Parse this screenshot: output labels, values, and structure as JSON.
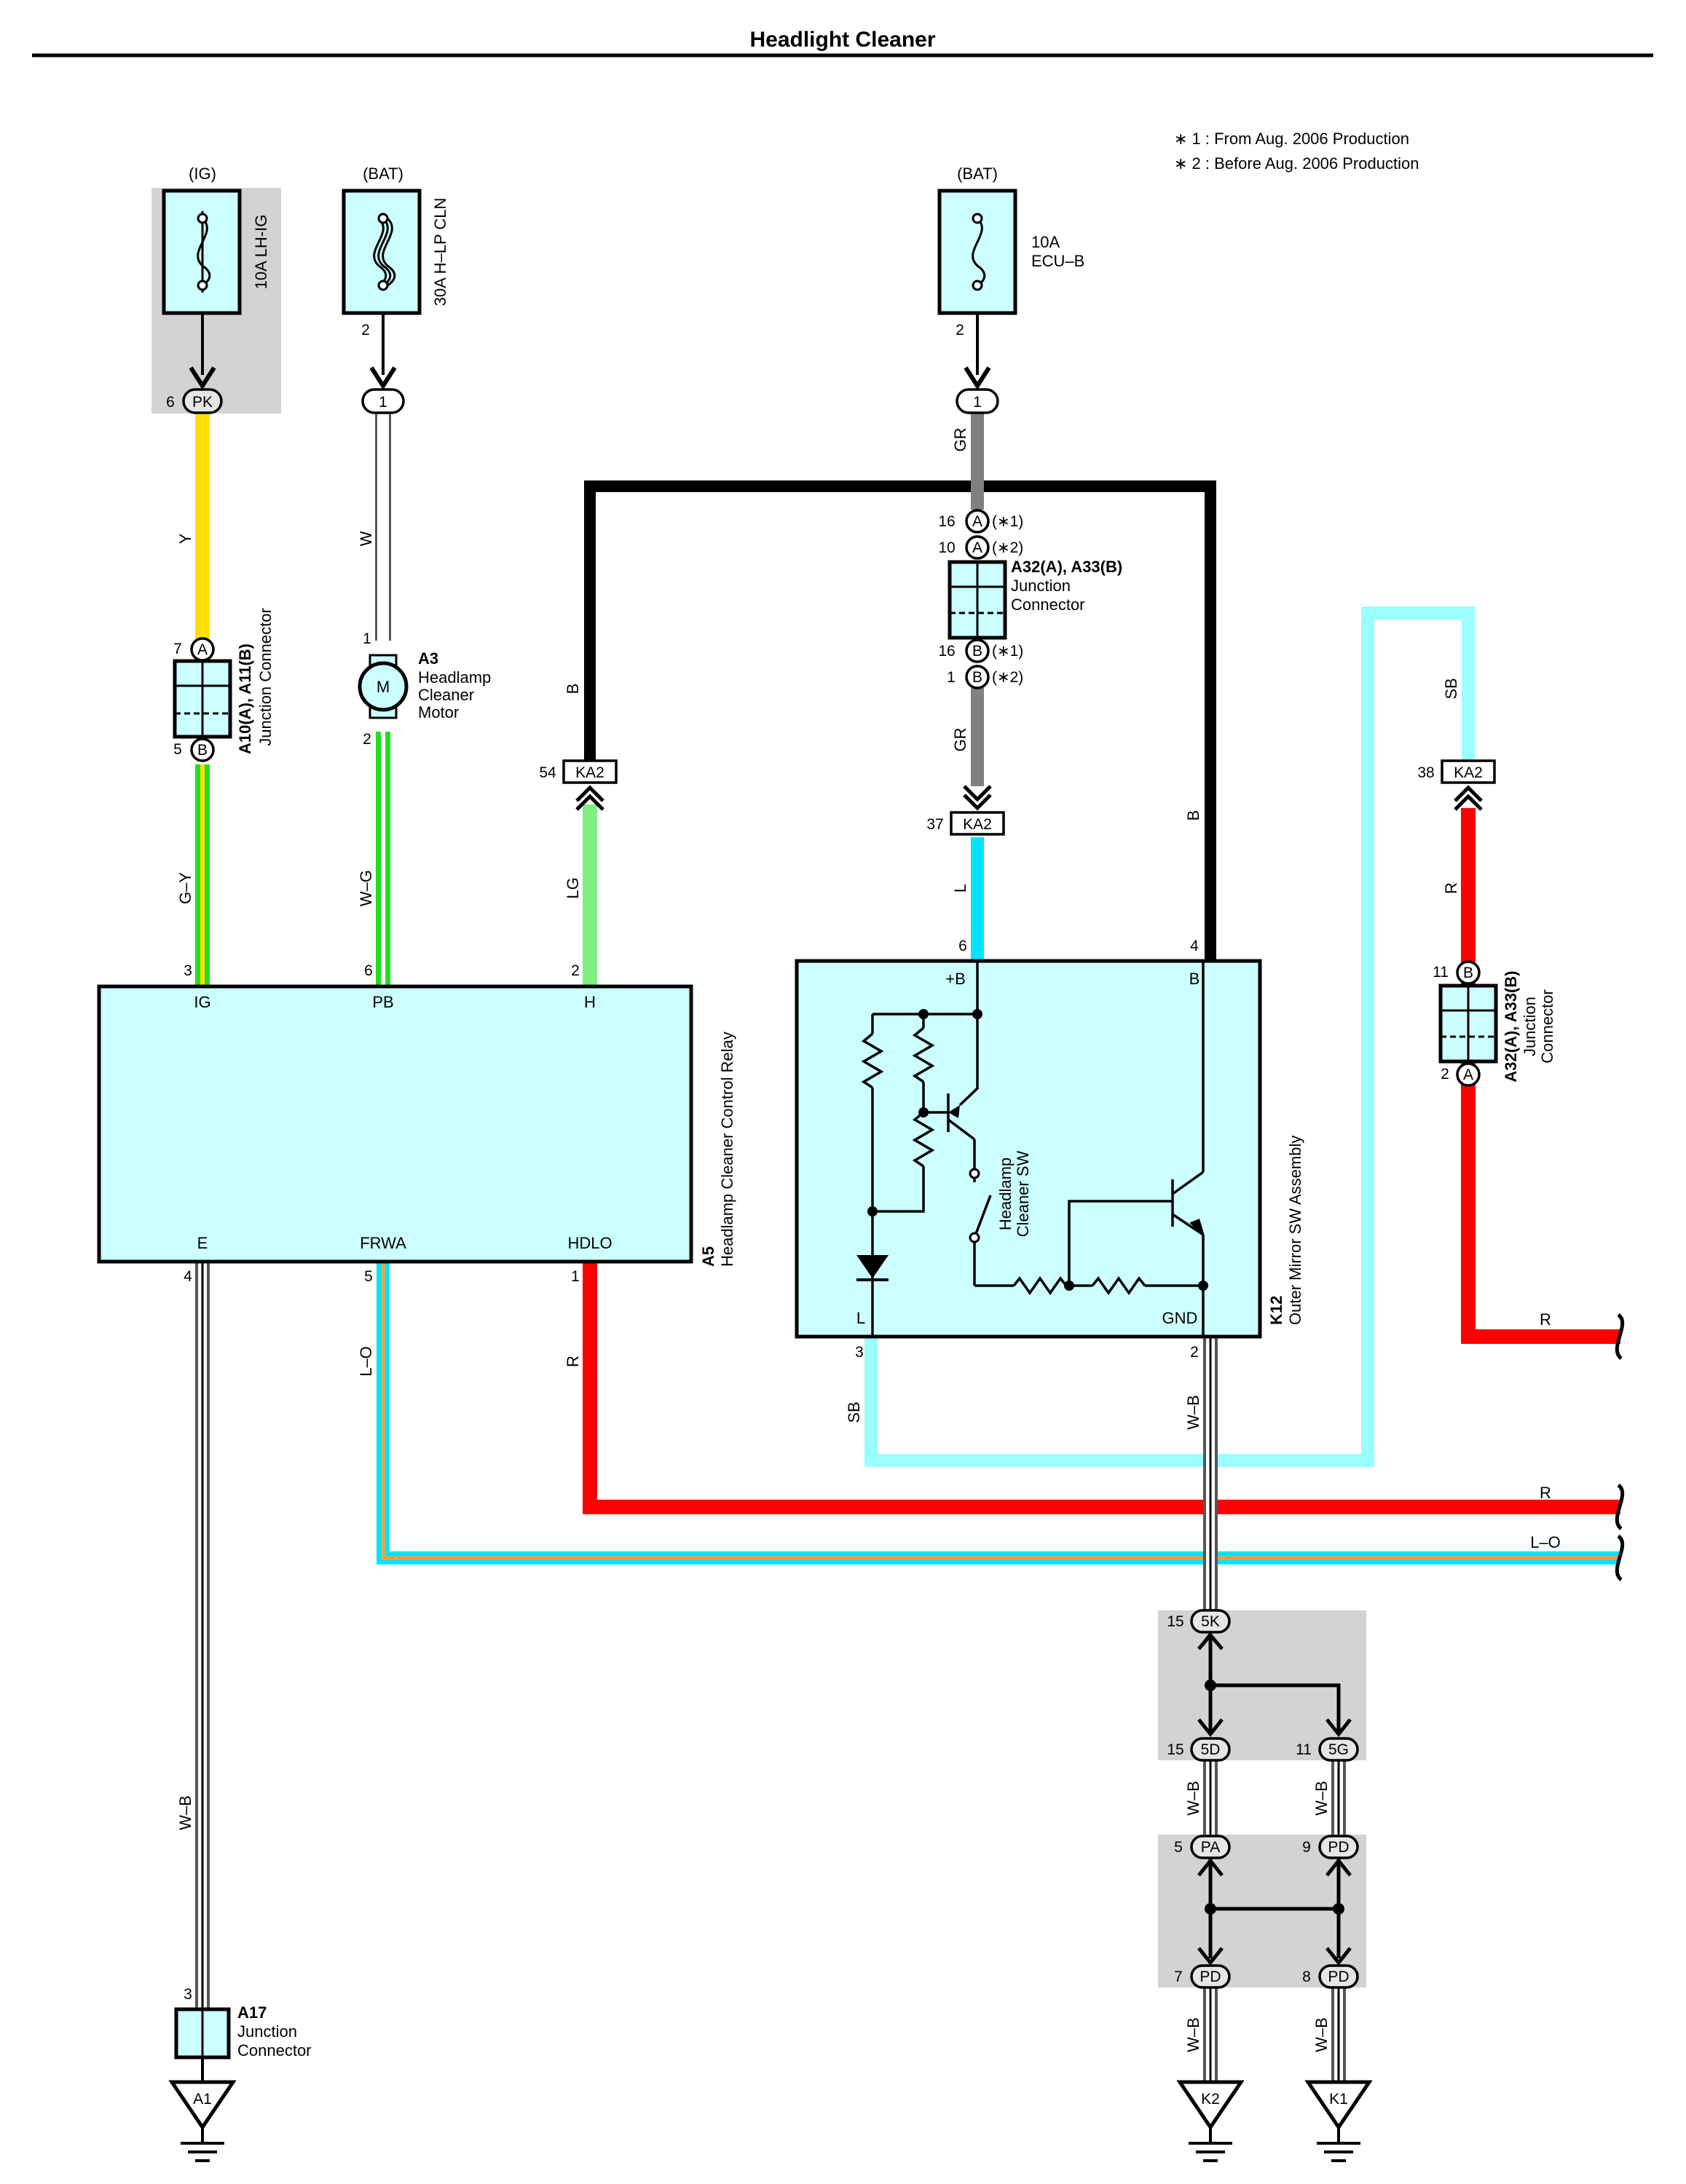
{
  "title": "Headlight Cleaner",
  "notes": [
    "∗ 1 : From Aug.  2006 Production",
    "∗ 2 : Before Aug.  2006 Production"
  ],
  "power": {
    "ig_label": "(IG)",
    "bat_label_1": "(BAT)",
    "bat_label_2": "(BAT)",
    "fuse_lh_ig": "10A LH-IG",
    "fuse_hlp_cln": "30A H–LP CLN",
    "fuse_ecub_line1": "10A",
    "fuse_ecub_line2": "ECU–B"
  },
  "connectors": {
    "pk": "PK",
    "one": "1",
    "a": "A",
    "b": "B",
    "ka2": "KA2",
    "c5k": "5K",
    "c5d": "5D",
    "c5g": "5G",
    "pa": "PA",
    "pd": "PD",
    "note1": "(∗1)",
    "note2": "(∗2)"
  },
  "wires": {
    "y": "Y",
    "w": "W",
    "b": "B",
    "gr": "GR",
    "sb": "SB",
    "gy": "G–Y",
    "wg": "W–G",
    "lg": "LG",
    "l": "L",
    "r": "R",
    "lo": "L–O",
    "wb": "W–B"
  },
  "pins": {
    "p6": "6",
    "p2": "2",
    "p1": "1",
    "p16": "16",
    "p10": "10",
    "p7": "7",
    "p5": "5",
    "p54": "54",
    "p37": "37",
    "p38": "38",
    "p3": "3",
    "p4": "4",
    "p11": "11",
    "p15": "15",
    "p9": "9",
    "p8": "8"
  },
  "components": {
    "a10_code": "A10(A), A11(B)",
    "a10_desc": "Junction Connector",
    "a3_code": "A3",
    "a3_desc": [
      "Headlamp",
      "Cleaner",
      "Motor"
    ],
    "motor_symbol": "M",
    "a32_code": "A32(A), A33(B)",
    "a32_desc": [
      "Junction",
      "Connector"
    ],
    "a32b_code": "A32(A), A33(B)",
    "a32b_desc": [
      "Junction",
      "Connector"
    ],
    "a5_code": "A5",
    "a5_desc": "Headlamp Cleaner Control Relay",
    "a5_pins": {
      "ig": "IG",
      "pb": "PB",
      "h": "H",
      "e": "E",
      "frwa": "FRWA",
      "hdlo": "HDLO"
    },
    "k12_code": "K12",
    "k12_desc": "Outer Mirror SW Assembly",
    "k12_pins": {
      "b_plus": "+B",
      "b": "B",
      "l": "L",
      "gnd": "GND"
    },
    "k12_switch": [
      "Headlamp",
      "Cleaner SW"
    ],
    "a17_code": "A17",
    "a17_desc": [
      "Junction",
      "Connector"
    ]
  },
  "grounds": {
    "a1": "A1",
    "k2": "K2",
    "k1": "K1"
  },
  "colors": {
    "y": "#ffe000",
    "gr": "#808080",
    "b": "#000000",
    "sb": "#99ffff",
    "g": "#22dd22",
    "lg": "#80ee80",
    "l": "#00e5ff",
    "r": "#ff0000",
    "o": "#ffa030",
    "wire_outline": "#555555",
    "box_fill": "#ccffff",
    "shade": "#d3d3d3"
  }
}
